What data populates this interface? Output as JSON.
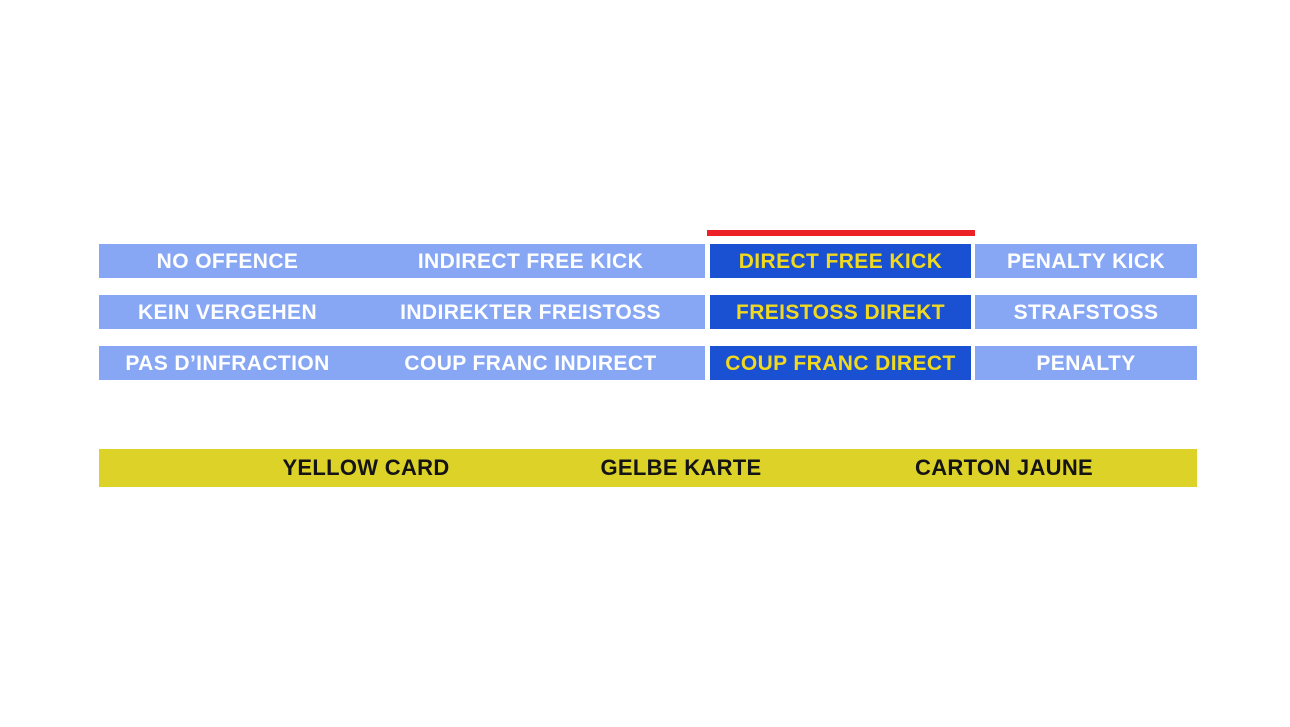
{
  "colors": {
    "option_blue": "#87a7f5",
    "selected_blue": "#1a50d2",
    "selected_text_yellow": "#f0d91f",
    "indicator_red": "#ec2027",
    "option_text_white": "#ffffff",
    "yellow_card_bar": "#dcd228",
    "yellow_card_text": "#141414",
    "background": "#ffffff"
  },
  "decision_grid": {
    "selected_column": 2,
    "rows": [
      {
        "cells": [
          "NO OFFENCE",
          "INDIRECT FREE KICK",
          "DIRECT FREE KICK",
          "PENALTY KICK"
        ]
      },
      {
        "cells": [
          "KEIN VERGEHEN",
          "INDIREKTER FREISTOSS",
          "FREISTOSS DIREKT",
          "STRAFSTOSS"
        ]
      },
      {
        "cells": [
          "PAS D’INFRACTION",
          "COUP FRANC INDIRECT",
          "COUP FRANC DIRECT",
          "PENALTY"
        ]
      }
    ]
  },
  "caution_bar": {
    "labels": [
      "YELLOW CARD",
      "GELBE KARTE",
      "CARTON JAUNE"
    ]
  }
}
